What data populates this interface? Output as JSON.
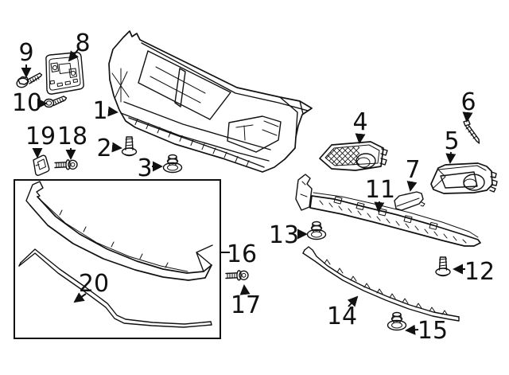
{
  "page": {
    "background_color": "#ffffff",
    "line_color": "#111111",
    "diagram_type": "exploded parts diagram",
    "subject": "front bumper, grilles, spoiler and fasteners"
  },
  "callouts": {
    "c1": {
      "label": "1",
      "part": "front-bumper-cover"
    },
    "c2": {
      "label": "2",
      "part": "screw"
    },
    "c3": {
      "label": "3",
      "part": "push-clip"
    },
    "c4": {
      "label": "4",
      "part": "fog-light-mesh-grille"
    },
    "c5": {
      "label": "5",
      "part": "fog-light-garnish"
    },
    "c6": {
      "label": "6",
      "part": "retainer-pin"
    },
    "c7": {
      "label": "7",
      "part": "cover-cap"
    },
    "c8": {
      "label": "8",
      "part": "license-plate-bracket"
    },
    "c9": {
      "label": "9",
      "part": "screw"
    },
    "c10": {
      "label": "10",
      "part": "screw"
    },
    "c11": {
      "label": "11",
      "part": "lower-grille-garnish"
    },
    "c12": {
      "label": "12",
      "part": "screw"
    },
    "c13": {
      "label": "13",
      "part": "push-clip"
    },
    "c14": {
      "label": "14",
      "part": "lower-molding-strip"
    },
    "c15": {
      "label": "15",
      "part": "push-clip"
    },
    "c16": {
      "label": "16",
      "part": "front-spoiler-inset-box"
    },
    "c17": {
      "label": "17",
      "part": "bolt"
    },
    "c18": {
      "label": "18",
      "part": "bolt"
    },
    "c19": {
      "label": "19",
      "part": "clip-nut"
    },
    "c20": {
      "label": "20",
      "part": "spoiler-molding"
    }
  }
}
